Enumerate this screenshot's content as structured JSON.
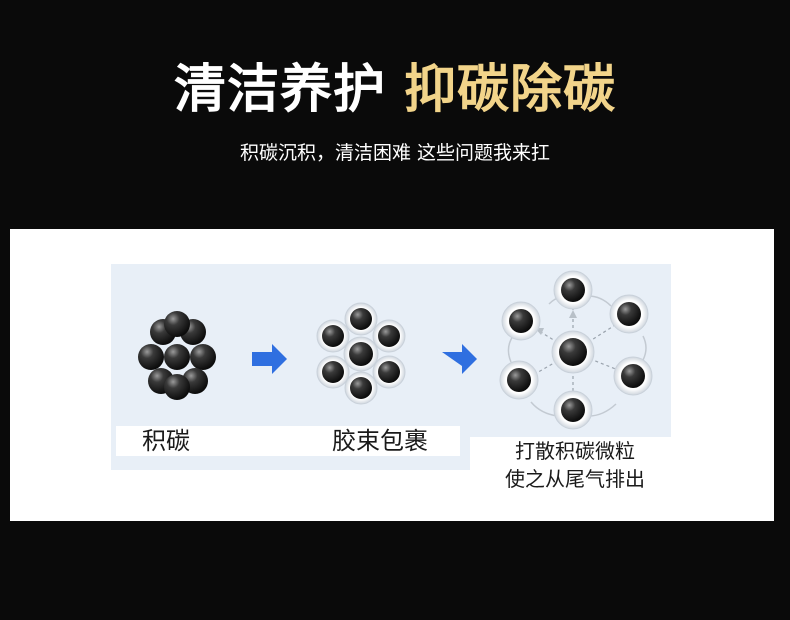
{
  "header": {
    "title_white": "清洁养护",
    "title_gold": "抑碳除碳",
    "subtitle": "积碳沉积，清洁困难 这些问题我来扛"
  },
  "diagram": {
    "steps": [
      {
        "label": "积碳"
      },
      {
        "label": "胶束包裹"
      },
      {
        "label_line1": "打散积碳微粒",
        "label_line2": "使之从尾气排出"
      }
    ],
    "arrow_icon": "right-arrow-icon",
    "colors": {
      "title_gold": "#f2d48a",
      "arrow_blue": "#2f6fe0",
      "particle": "#1e1e1e"
    }
  }
}
